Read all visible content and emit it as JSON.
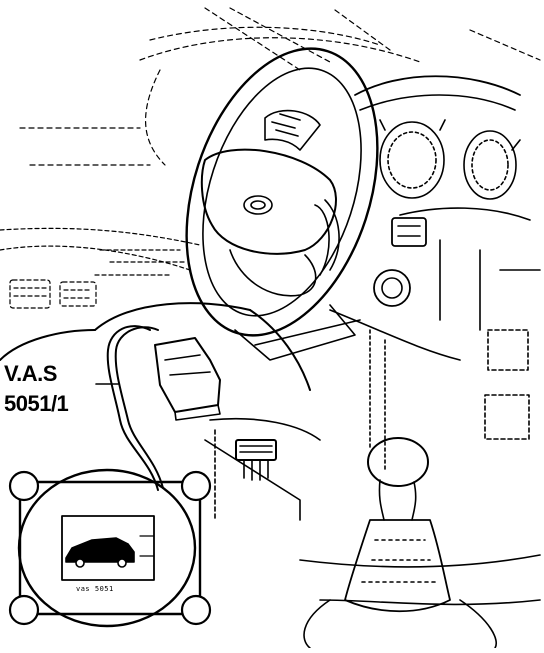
{
  "callout": {
    "line1": "V.A.S",
    "line2": "5051/1"
  },
  "tester": {
    "screen_caption": "vas 5051"
  },
  "icons": [
    "steering-wheel-icon",
    "gear-shift-icon",
    "diagnostic-connector-icon",
    "diagnostic-tester-icon",
    "car-icon"
  ],
  "colors": {
    "ink": "#000000",
    "paper": "#ffffff"
  }
}
